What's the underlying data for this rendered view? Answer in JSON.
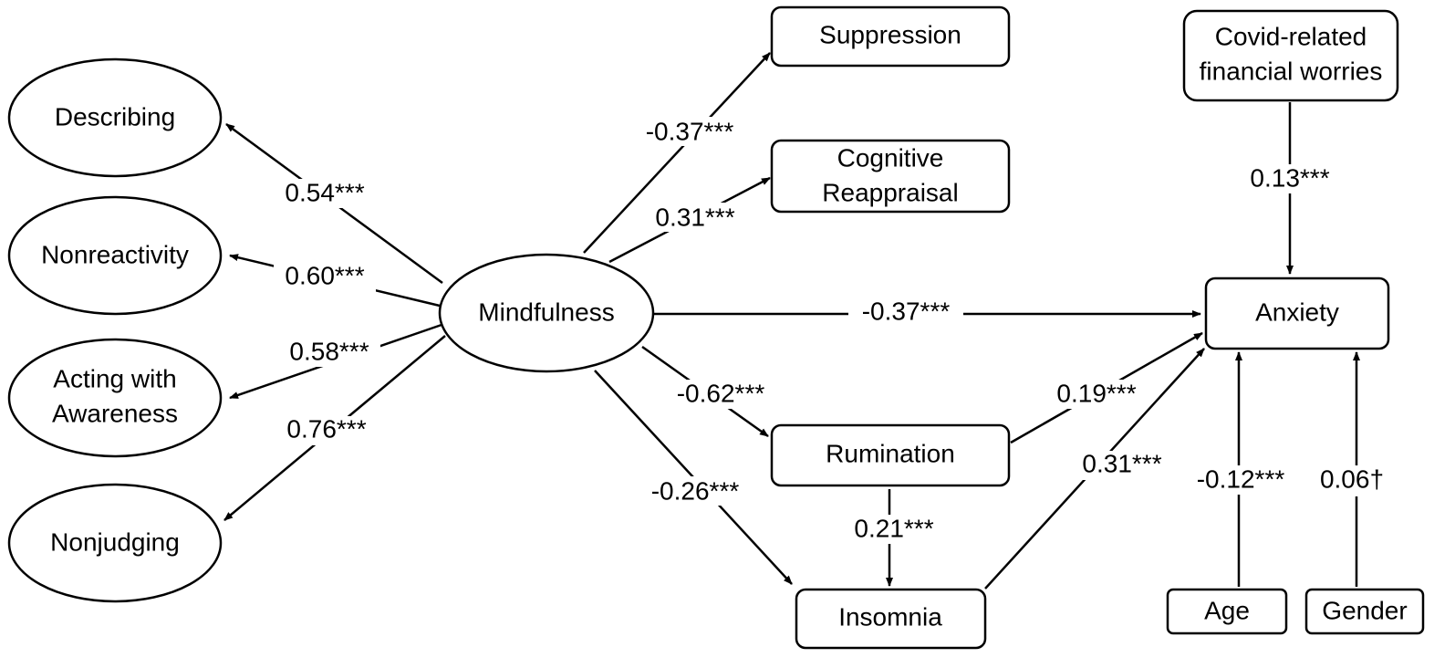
{
  "nodes": {
    "describing": "Describing",
    "nonreactivity": "Nonreactivity",
    "acting_line1": "Acting with",
    "acting_line2": "Awareness",
    "nonjudging": "Nonjudging",
    "mindfulness": "Mindfulness",
    "suppression": "Suppression",
    "cognitive_line1": "Cognitive",
    "cognitive_line2": "Reappraisal",
    "rumination": "Rumination",
    "insomnia": "Insomnia",
    "covid_line1": "Covid-related",
    "covid_line2": "financial worries",
    "anxiety": "Anxiety",
    "age": "Age",
    "gender": "Gender"
  },
  "paths": {
    "mindfulness_describing": "0.54***",
    "mindfulness_nonreactivity": "0.60***",
    "mindfulness_acting": "0.58***",
    "mindfulness_nonjudging": "0.76***",
    "mindfulness_suppression": "-0.37***",
    "mindfulness_cognitive": "0.31***",
    "mindfulness_anxiety": "-0.37***",
    "mindfulness_rumination": "-0.62***",
    "mindfulness_insomnia": "-0.26***",
    "rumination_insomnia": "0.21***",
    "rumination_anxiety": "0.19***",
    "insomnia_anxiety": "0.31***",
    "covid_anxiety": "0.13***",
    "age_anxiety": "-0.12***",
    "gender_anxiety": "0.06†"
  }
}
